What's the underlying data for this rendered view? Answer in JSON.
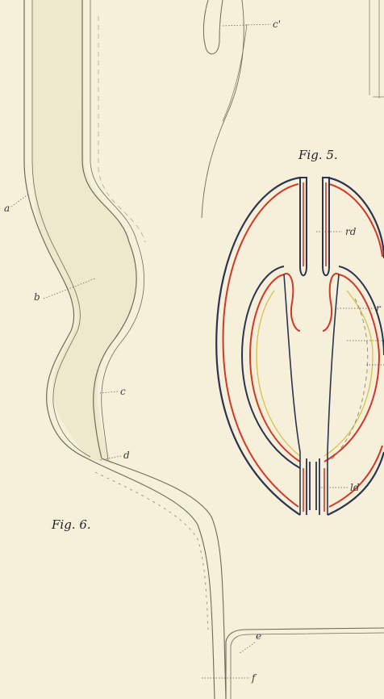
{
  "figures": {
    "fig5": {
      "title": "Fig. 5."
    },
    "fig6": {
      "title": "Fig. 6."
    }
  },
  "labels": {
    "a": "a",
    "b": "b",
    "c": "c",
    "c_prime": "c'",
    "d": "d",
    "e": "e",
    "f": "f",
    "rd": "rd",
    "ld": "ld",
    "r": "r"
  },
  "colors": {
    "paper": "#f6efd9",
    "outline_blue": "#2b3450",
    "outline_red": "#d0392a",
    "outline_yellow": "#d6c24a",
    "shading": "#ebe6c8"
  }
}
